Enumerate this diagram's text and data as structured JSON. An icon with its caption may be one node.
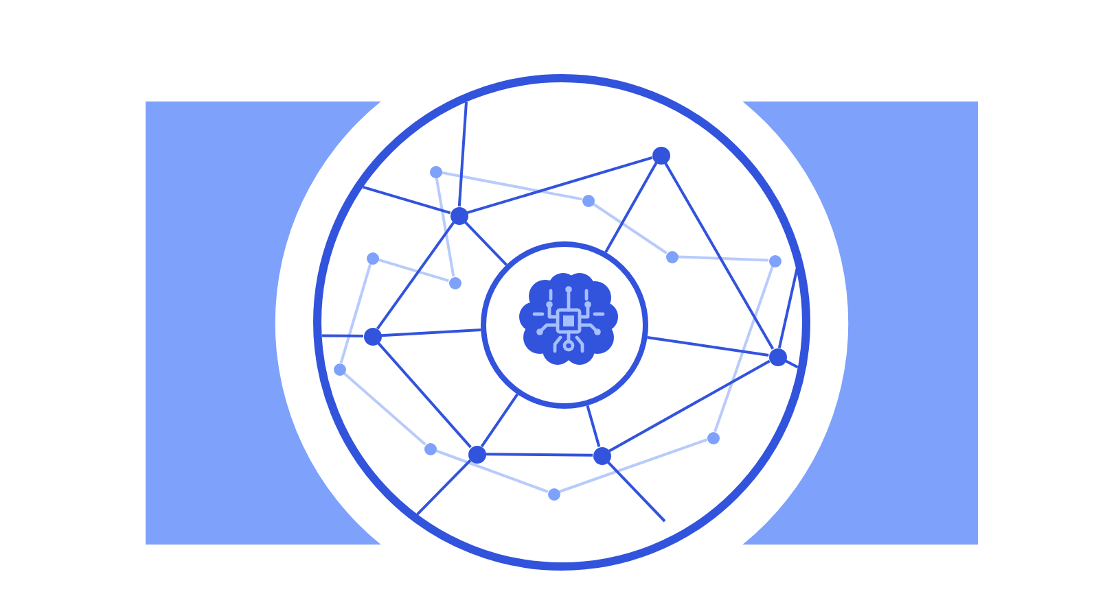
{
  "diagram": {
    "nodes": [
      {
        "text": [],
        "shape": "circle"
      },
      {
        "text": [],
        "shape": "circle",
        "in": 0
      },
      {
        "text": [],
        "shape": "circle",
        "in": 0
      },
      {
        "text": [],
        "shape": "circle",
        "in": 0
      },
      {
        "text": [],
        "shape": "circle",
        "in": 0
      },
      {
        "text": [],
        "shape": "circle",
        "in": 0
      },
      {
        "text": [],
        "shape": "circle",
        "in": 0
      },
      {
        "text": [],
        "shape": "circle",
        "in": 0
      },
      {
        "text": [],
        "shape": "circle",
        "in": 0
      },
      {
        "text": [],
        "shape": "circle",
        "in": 0
      },
      {
        "text": [],
        "shape": "circle",
        "in": 0
      },
      {
        "text": [],
        "shape": "circle",
        "in": 0
      },
      {
        "text": [],
        "shape": "circle",
        "in": 0
      },
      {
        "text": [],
        "shape": "circle",
        "in": 0
      },
      {
        "text": [],
        "shape": "circle",
        "in": 0
      },
      {
        "text": [],
        "shape": "circle",
        "in": 0
      },
      {
        "text": [],
        "shape": "circle",
        "in": 0
      },
      {
        "text": [],
        "shape": "circle",
        "in": 0
      }
    ],
    "edges": [
      {
        "from": 5,
        "to": 0,
        "arrow": "none"
      },
      {
        "from": 5,
        "to": 0,
        "arrow": "none"
      },
      {
        "from": 5,
        "to": 2,
        "arrow": "none"
      },
      {
        "from": 5,
        "to": 1,
        "arrow": "none"
      },
      {
        "from": 5,
        "to": 10,
        "arrow": "none"
      },
      {
        "from": 2,
        "to": 1,
        "arrow": "none"
      },
      {
        "from": 2,
        "to": 11,
        "arrow": "none"
      },
      {
        "from": 10,
        "to": 0,
        "arrow": "none"
      },
      {
        "from": 10,
        "to": 1,
        "arrow": "none"
      },
      {
        "from": 10,
        "to": 15,
        "arrow": "none"
      },
      {
        "from": 15,
        "to": 1,
        "arrow": "none"
      },
      {
        "from": 15,
        "to": 16,
        "arrow": "none"
      },
      {
        "from": 15,
        "to": 0,
        "arrow": "none"
      },
      {
        "from": 16,
        "to": 1,
        "arrow": "none"
      },
      {
        "from": 16,
        "to": 11,
        "arrow": "none"
      },
      {
        "from": 16,
        "to": null,
        "arrow": "none"
      },
      {
        "from": 11,
        "to": 1,
        "arrow": "none"
      },
      {
        "from": 11,
        "to": 0,
        "arrow": "none"
      },
      {
        "from": 11,
        "to": 0,
        "arrow": "none"
      },
      {
        "from": 3,
        "to": 4,
        "arrow": "none",
        "color": "#b8cbfb"
      },
      {
        "from": 4,
        "to": 7,
        "arrow": "none",
        "color": "#b8cbfb"
      },
      {
        "from": 7,
        "to": 8,
        "arrow": "none",
        "color": "#b8cbfb"
      },
      {
        "from": 8,
        "to": 13,
        "arrow": "none",
        "color": "#b8cbfb"
      },
      {
        "from": 13,
        "to": 17,
        "arrow": "none",
        "color": "#b8cbfb"
      },
      {
        "from": 17,
        "to": 14,
        "arrow": "none",
        "color": "#b8cbfb"
      },
      {
        "from": 14,
        "to": 12,
        "arrow": "none",
        "color": "#b8cbfb"
      },
      {
        "from": 12,
        "to": 6,
        "arrow": "none",
        "color": "#b8cbfb"
      },
      {
        "from": 6,
        "to": 9,
        "arrow": "none",
        "color": "#b8cbfb"
      },
      {
        "from": 9,
        "to": 3,
        "arrow": "none",
        "color": "#b8cbfb"
      }
    ]
  }
}
